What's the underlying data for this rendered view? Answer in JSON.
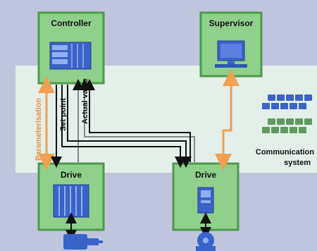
{
  "boxes": {
    "controller": "Controller",
    "supervisor": "Supervisor",
    "drive_left": "Drive",
    "drive_right": "Drive"
  },
  "signals": {
    "parameterisation": "Parameterisation",
    "set_point": "Set point",
    "actual_value": "Actual value"
  },
  "communication": {
    "line1": "Communication",
    "line2": "system"
  },
  "colors": {
    "background": "#bfc5dc",
    "band": "#e3efe8",
    "box_fill": "#8fd08b",
    "box_border": "#4c9a4c",
    "orange": "#f0a050",
    "device_blue": "#3a63c9"
  }
}
